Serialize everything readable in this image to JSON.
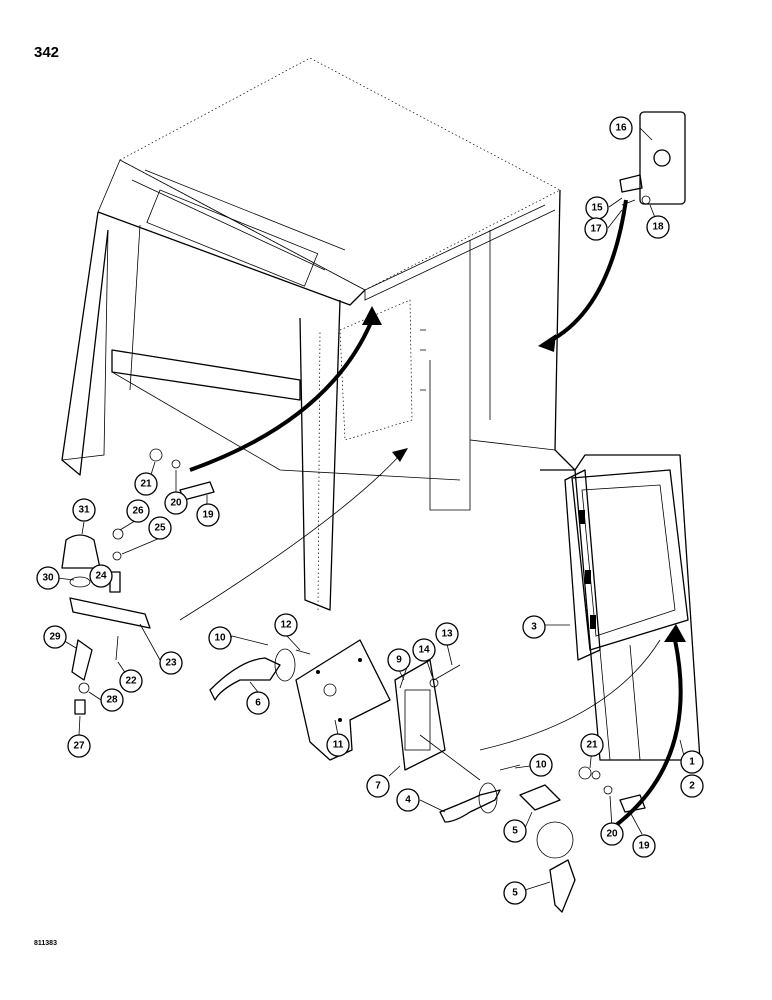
{
  "page_number": "342",
  "drawing_code": "811383",
  "callouts": [
    "1",
    "2",
    "3",
    "4",
    "5",
    "5",
    "6",
    "7",
    "9",
    "10",
    "10",
    "11",
    "12",
    "13",
    "14",
    "15",
    "16",
    "17",
    "18",
    "19",
    "19",
    "20",
    "20",
    "21",
    "21",
    "22",
    "23",
    "24",
    "25",
    "26",
    "27",
    "28",
    "29",
    "30",
    "31"
  ]
}
